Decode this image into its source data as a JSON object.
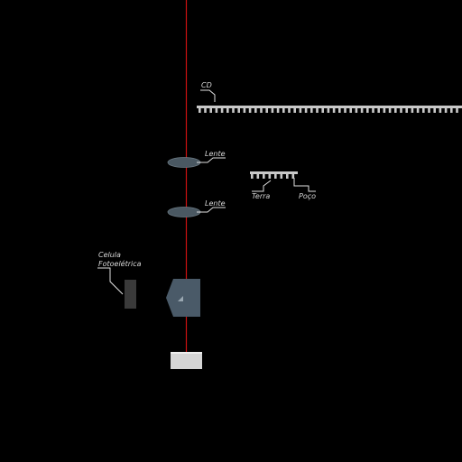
{
  "labels": {
    "cd": "CD",
    "lens_top": "Lente",
    "lens_bottom": "Lente",
    "photocell_line1": "Celula",
    "photocell_line2": "Fotoelétrica",
    "land": "Terra",
    "pit": "Poço"
  },
  "colors": {
    "background": "#000000",
    "laser": "#cc1111",
    "track": "#c8c8c8",
    "lens": "#4a5862",
    "prism": "#4a5a68",
    "photocell": "#3a3a3a",
    "emitter": "#d4d4d4",
    "leader": "#e0e0e0"
  },
  "icons": {
    "laser": "laser-beam",
    "lens": "lens-icon",
    "prism": "prism-icon",
    "photocell": "photocell-icon",
    "emitter": "laser-emitter-icon"
  }
}
